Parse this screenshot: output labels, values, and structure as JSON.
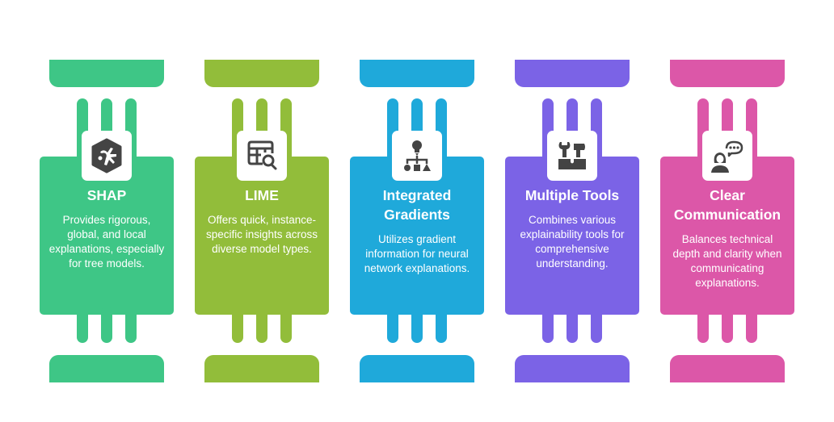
{
  "pillars": [
    {
      "title": "SHAP",
      "description": "Provides rigorous, global, and local explanations, especially for tree models.",
      "icon": "frog-footprint-hexagon-icon",
      "color": "#3ec686"
    },
    {
      "title": "LIME",
      "description": "Offers quick, instance-specific insights across diverse model types.",
      "icon": "table-magnifier-icon",
      "color": "#92bd3a"
    },
    {
      "title": "Integrated Gradients",
      "description": "Utilizes gradient information for neural network explanations.",
      "icon": "lightbulb-hierarchy-icon",
      "color": "#1fa9da"
    },
    {
      "title": "Multiple Tools",
      "description": "Combines various explainability tools for comprehensive understanding.",
      "icon": "toolbox-icon",
      "color": "#7b63e6"
    },
    {
      "title": "Clear Communication",
      "description": "Balances technical depth and clarity when communicating explanations.",
      "icon": "person-speech-bubble-icon",
      "color": "#dc57a8"
    }
  ]
}
